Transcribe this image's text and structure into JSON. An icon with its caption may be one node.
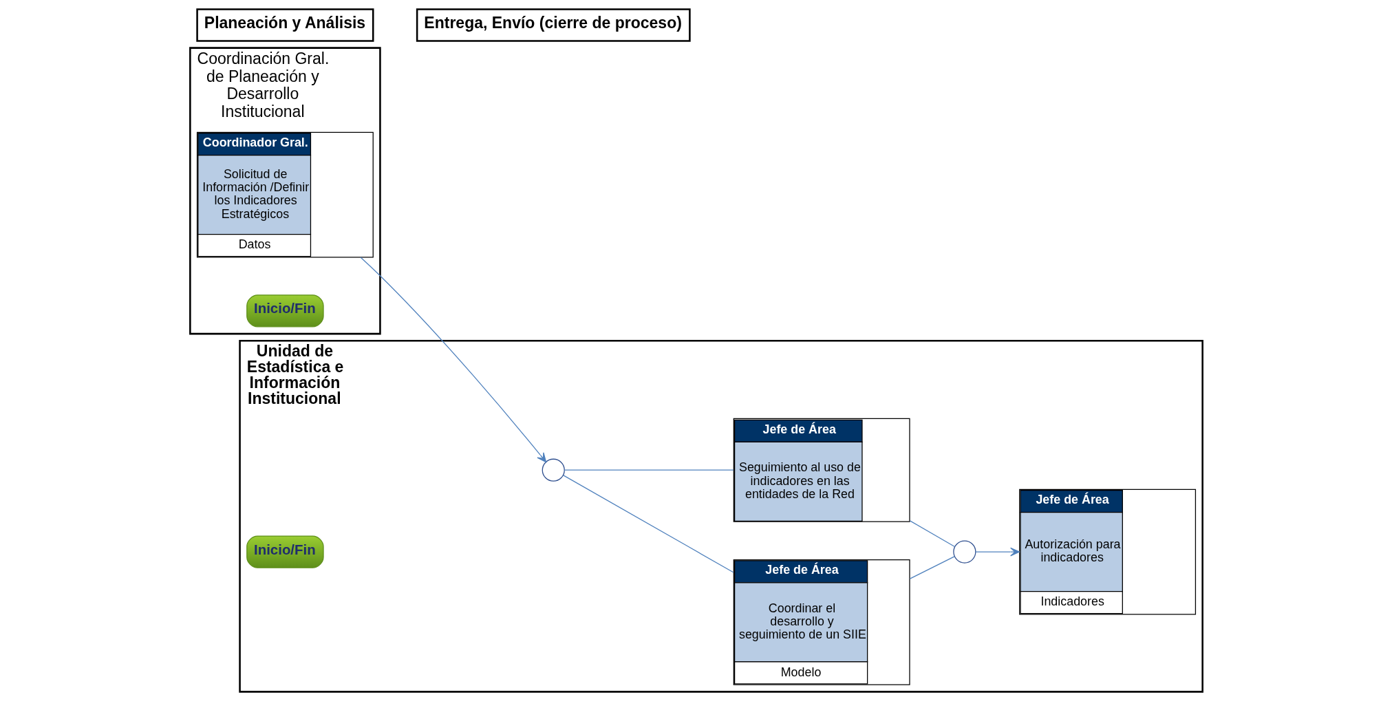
{
  "diagram": {
    "nodes": [
      {
        "text": [
          "Coordinación Gral. de Planeación y Desarrollo Institucional"
        ]
      },
      {
        "text": [
          "Coordinador Gral.",
          "Solicitud de Información /Definir los Indicadores Estratégicos",
          "Datos"
        ],
        "in": 0
      },
      {
        "text": [
          "Inicio/Fin"
        ],
        "in": 0
      },
      {
        "text": [
          "Unidad de Estadística e Información Institucional"
        ]
      },
      {
        "text": [
          "Jefe de Área",
          "Coordinar el desarrollo y seguimiento de un SIIE",
          "Modelo"
        ],
        "in": 3
      },
      {
        "text": [
          "Jefe de Área",
          "Seguimiento al uso de indicadores en las entidades de la Red"
        ],
        "in": 3
      },
      {
        "text": [],
        "shape": "circle",
        "in": 3
      },
      {
        "text": [],
        "shape": "circle",
        "in": 3
      },
      {
        "text": [
          "Jefe de Área",
          "Autorización para indicadores",
          "Indicadores"
        ],
        "in": 3
      },
      {
        "text": [
          "Inicio/Fin"
        ],
        "in": 3
      }
    ],
    "edges": [
      {
        "from": 1,
        "to": 6,
        "arrow": "to"
      },
      {
        "from": 6,
        "to": 4,
        "arrow": "none"
      },
      {
        "from": 6,
        "to": 5,
        "arrow": "none"
      },
      {
        "from": 4,
        "to": 7,
        "arrow": "none"
      },
      {
        "from": 5,
        "to": 7,
        "arrow": "none"
      },
      {
        "from": 7,
        "to": 8,
        "arrow": "to"
      }
    ],
    "labels": [
      "Planeación y Análisis",
      "Entrega, Envío (cierre de proceso)"
    ]
  }
}
